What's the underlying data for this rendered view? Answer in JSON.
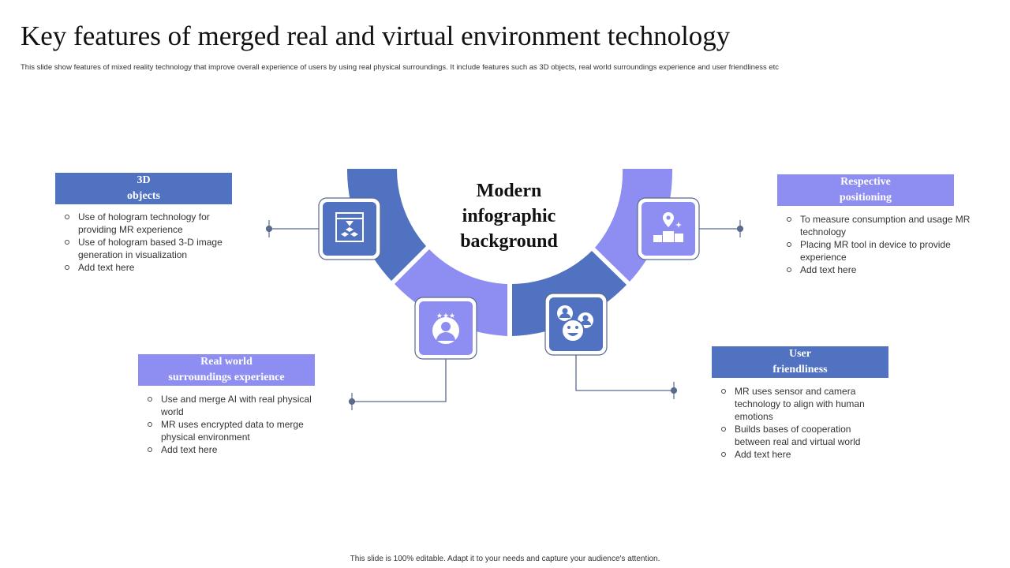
{
  "title": "Key features of merged real and virtual environment technology",
  "subtitle": "This slide show features of mixed reality technology that improve overall experience of users by using real physical surroundings. It include features such as 3D objects, real world surroundings experience and user friendliness etc",
  "center": {
    "lines": [
      "Modern",
      "infographic",
      "background"
    ]
  },
  "colors": {
    "dark_blue": "#5072C0",
    "light_purple": "#8E8EF2",
    "line": "#5A6A8A"
  },
  "features": [
    {
      "id": "3d-objects",
      "icon": "3d-printer-icon",
      "header_lines": [
        "3D",
        "objects"
      ],
      "bullets": [
        "Use of hologram technology for providing  MR experience",
        "Use of hologram based 3-D image generation  in visualization",
        "Add text here"
      ]
    },
    {
      "id": "respective-positioning",
      "icon": "podium-location-icon",
      "header_lines": [
        "Respective",
        "positioning"
      ],
      "bullets": [
        "To measure consumption and usage MR technology",
        "Placing MR tool in device to provide experience",
        "Add text here"
      ]
    },
    {
      "id": "real-world",
      "icon": "user-stars-icon",
      "header_lines": [
        "Real world",
        "surroundings  experience"
      ],
      "bullets": [
        "Use and merge AI with real physical world",
        "MR uses encrypted data to merge physical environment",
        "Add text here"
      ]
    },
    {
      "id": "user-friendliness",
      "icon": "users-smile-icon",
      "header_lines": [
        "User",
        "friendliness"
      ],
      "bullets": [
        "MR uses sensor and camera technology to align with human emotions",
        "Builds bases of cooperation between  real and virtual world",
        "Add text here"
      ]
    }
  ],
  "footer": "This slide is 100% editable.  Adapt it to your needs and capture your audience's attention."
}
